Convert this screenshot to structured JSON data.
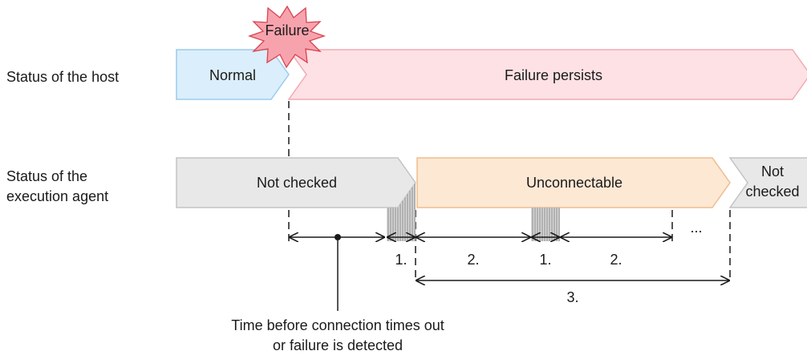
{
  "rows": {
    "host": "Status of the host",
    "agent_line1": "Status of the",
    "agent_line2": "execution agent"
  },
  "event": {
    "label": "Failure"
  },
  "host_states": {
    "normal": "Normal",
    "failure": "Failure persists"
  },
  "agent_states": {
    "not_checked": "Not checked",
    "unconnectable": "Unconnectable",
    "not_checked_end_line1": "Not",
    "not_checked_end_line2": "checked"
  },
  "intervals": {
    "check_1a": "1.",
    "wait_2a": "2.",
    "check_1b": "1.",
    "wait_2b": "2.",
    "total_3": "3.",
    "continuation": "..."
  },
  "callout": {
    "line1": "Time before connection times out",
    "line2": "or failure is detected"
  },
  "colors": {
    "normal_fill": "#dbeefb",
    "normal_stroke": "#9ccbeb",
    "failure_fill": "#fde1e4",
    "failure_stroke": "#f2aab2",
    "notchecked_fill": "#e8e8e8",
    "notchecked_stroke": "#c4c4c4",
    "unconnectable_fill": "#fde8d4",
    "unconnectable_stroke": "#efbd8c",
    "burst_fill": "#f7a3ad",
    "burst_stroke": "#d9434f"
  }
}
